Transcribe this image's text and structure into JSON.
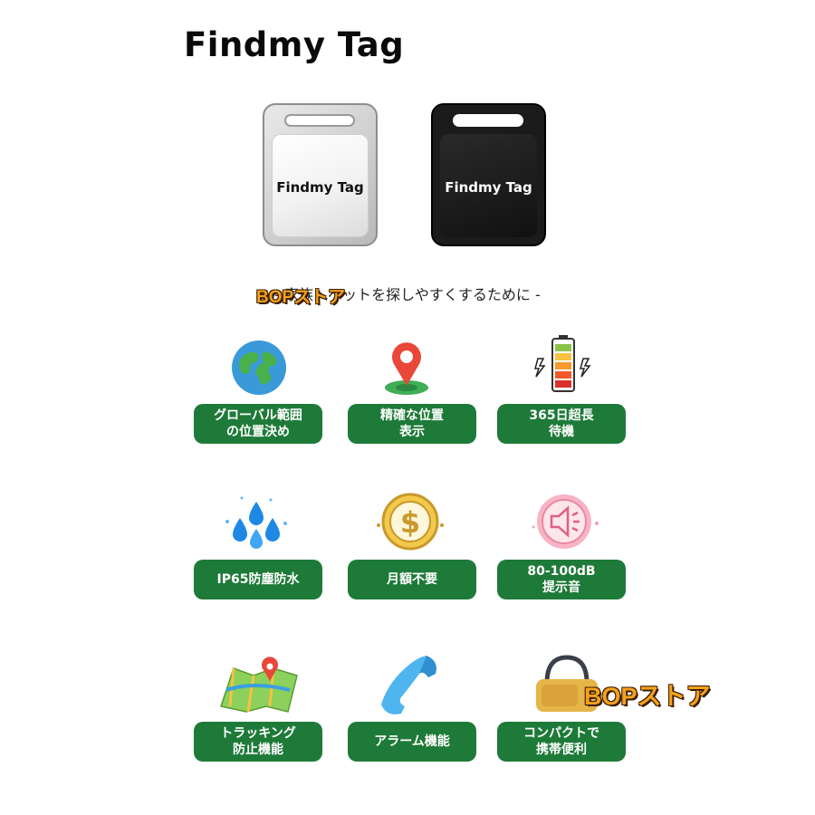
{
  "header": {
    "title": "Findmy Tag"
  },
  "products": [
    {
      "label": "Findmy Tag",
      "color": "white"
    },
    {
      "label": "Findmy Tag",
      "color": "black"
    }
  ],
  "tagline": "- 家族・ペットを探しやすくするために -",
  "watermark": "BOPストア",
  "colors": {
    "pill_green": "#1e7a38",
    "watermark_orange": "#f4a21c"
  },
  "features": [
    {
      "icon": "globe-icon",
      "line1": "グローバル範囲",
      "line2": "の位置決め"
    },
    {
      "icon": "map-pin-icon",
      "line1": "精確な位置",
      "line2": "表示"
    },
    {
      "icon": "battery-icon",
      "line1": "365日超長",
      "line2": "待機"
    },
    {
      "icon": "water-drops-icon",
      "line1": "IP65防塵防水",
      "line2": ""
    },
    {
      "icon": "dollar-coin-icon",
      "line1": "月額不要",
      "line2": ""
    },
    {
      "icon": "speaker-icon",
      "line1": "80-100dB",
      "line2": "提示音"
    },
    {
      "icon": "map-tracking-icon",
      "line1": "トラッキング",
      "line2": "防止機能"
    },
    {
      "icon": "phone-icon",
      "line1": "アラーム機能",
      "line2": ""
    },
    {
      "icon": "bag-icon",
      "line1": "コンパクトで",
      "line2": "携帯便利"
    }
  ]
}
